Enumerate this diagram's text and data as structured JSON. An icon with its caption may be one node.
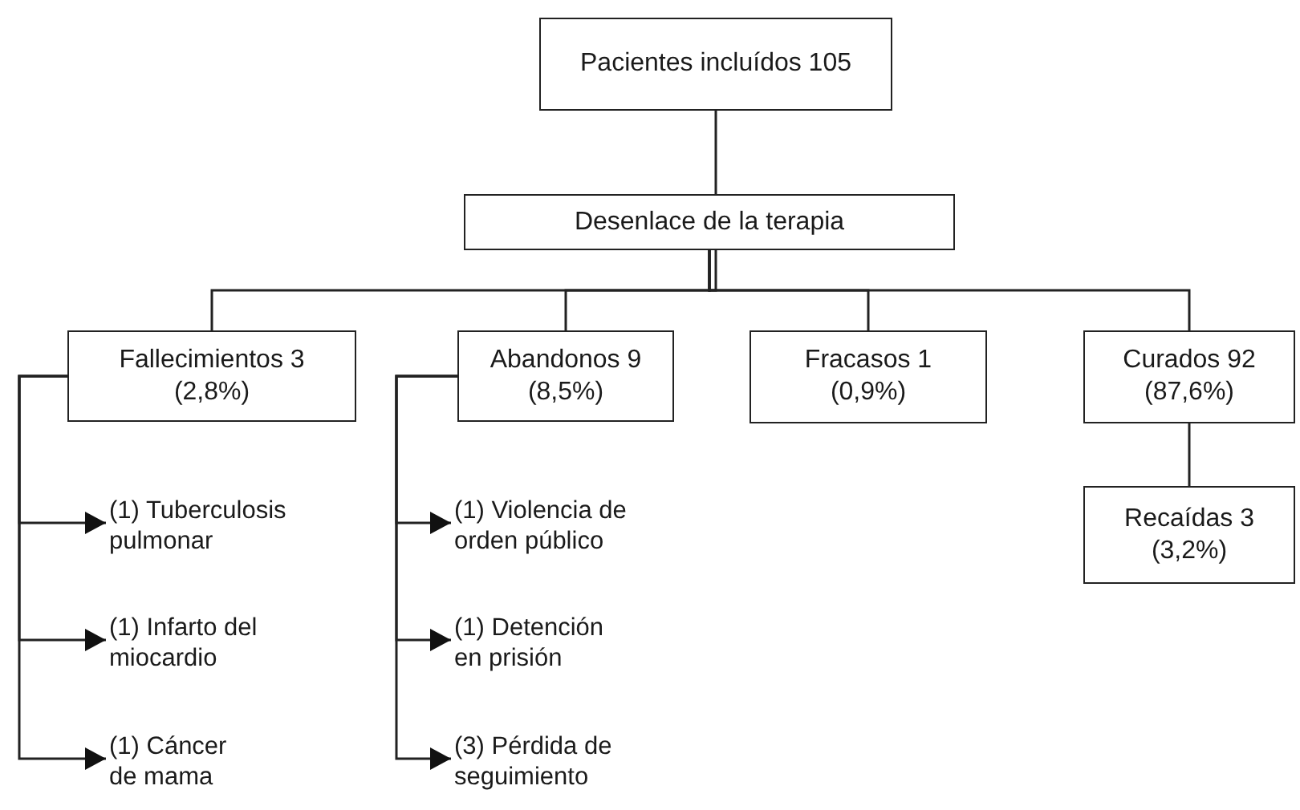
{
  "diagram": {
    "nodes": [
      {
        "text": [
          "Pacientes incluídos 105"
        ]
      },
      {
        "text": [
          "Desenlace de la terapia"
        ]
      },
      {
        "text": [
          "Fallecimientos 3 (2,8%)"
        ]
      },
      {
        "text": [
          "Abandonos 9 (8,5%)"
        ]
      },
      {
        "text": [
          "Fracasos 1 (0,9%)"
        ]
      },
      {
        "text": [
          "Curados 92 (87,6%)"
        ]
      },
      {
        "text": [
          "Recaídas 3 (3,2%)"
        ]
      },
      {
        "text": [
          "(1) Tuberculosis pulmonar"
        ]
      },
      {
        "text": [
          "(1) Infarto del miocardio"
        ]
      },
      {
        "text": [
          "(1) Cáncer de mama"
        ]
      },
      {
        "text": [
          "(1) Violencia de orden público"
        ]
      },
      {
        "text": [
          "(1) Detención en prisión"
        ]
      },
      {
        "text": [
          "(3) Pérdida de seguimiento"
        ]
      }
    ],
    "edges": [
      {
        "from": 0,
        "to": 1,
        "arrow": "none"
      },
      {
        "from": 1,
        "to": 2,
        "arrow": "none"
      },
      {
        "from": 1,
        "to": 3,
        "arrow": "none"
      },
      {
        "from": 1,
        "to": 4,
        "arrow": "none"
      },
      {
        "from": 1,
        "to": 5,
        "arrow": "none"
      },
      {
        "from": 5,
        "to": 6,
        "arrow": "none"
      },
      {
        "from": 2,
        "to": 7,
        "arrow": "to"
      },
      {
        "from": 2,
        "to": 8,
        "arrow": "to"
      },
      {
        "from": 2,
        "to": 9,
        "arrow": "to"
      },
      {
        "from": 3,
        "to": 10,
        "arrow": "to"
      },
      {
        "from": 3,
        "to": 11,
        "arrow": "to"
      },
      {
        "from": 3,
        "to": 12,
        "arrow": "to"
      }
    ]
  }
}
